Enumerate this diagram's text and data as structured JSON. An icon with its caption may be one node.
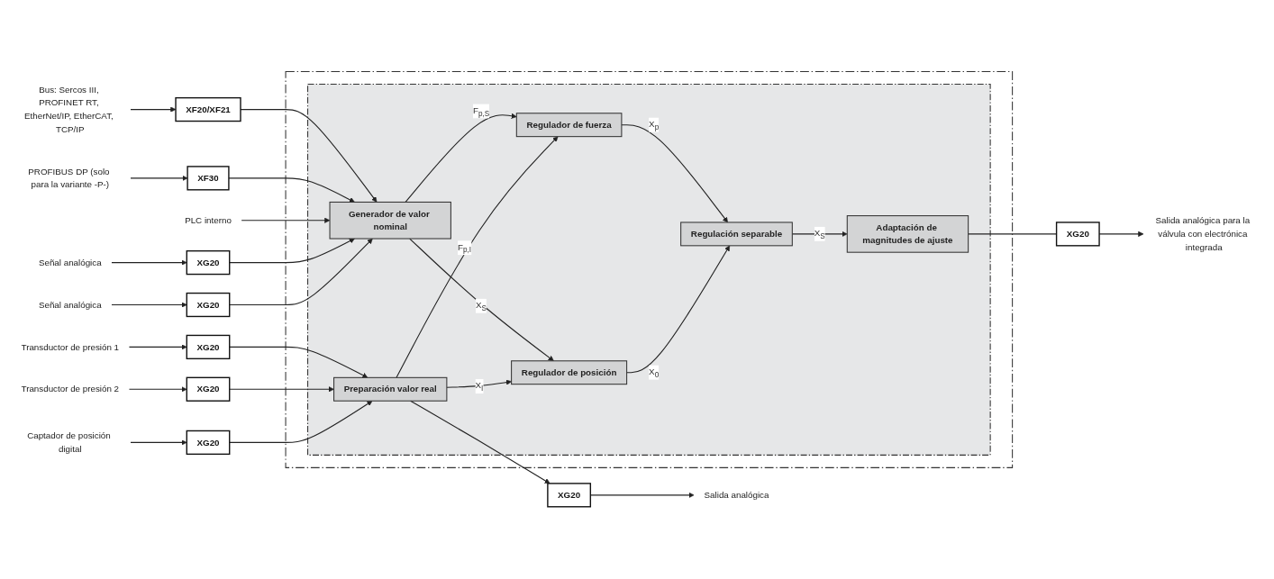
{
  "diagram": {
    "nodes": [
      {
        "text": [],
        "shape": "box"
      },
      {
        "text": [],
        "shape": "box",
        "in": 0
      },
      {
        "text": [
          "Bus: Sercos III, PROFINET RT, EtherNet/IP, EtherCAT, TCP/IP"
        ]
      },
      {
        "text": [
          "XF20/XF21"
        ]
      },
      {
        "text": [
          "PROFIBUS DP (solo para la variante -P-)"
        ]
      },
      {
        "text": [
          "XF30"
        ]
      },
      {
        "text": [
          "PLC interno"
        ]
      },
      {
        "text": [
          "Señal analógica"
        ]
      },
      {
        "text": [
          "XG20"
        ]
      },
      {
        "text": [
          "Señal analógica"
        ]
      },
      {
        "text": [
          "XG20"
        ]
      },
      {
        "text": [
          "Salida analógica"
        ]
      },
      {
        "text": [
          "XG20"
        ]
      },
      {
        "text": [
          "Generador de valor nominal"
        ],
        "in": 1
      },
      {
        "text": [
          "Preparación valor real"
        ],
        "in": 1
      },
      {
        "text": [
          "Regulador de fuerza"
        ],
        "in": 1
      },
      {
        "text": [
          "Regulador de posición"
        ],
        "in": 1
      },
      {
        "text": [
          "Regulación separable"
        ],
        "in": 1
      },
      {
        "text": [
          "Adaptación de magnitudes de ajuste"
        ],
        "in": 1
      },
      {
        "text": [
          "XG20"
        ]
      },
      {
        "text": [
          "Salida analógica para la válvula con electrónica integrada"
        ]
      },
      {
        "text": [
          "XG20"
        ]
      },
      {
        "text": [
          "Transductor de presión 1"
        ]
      },
      {
        "text": [
          "XG20"
        ]
      },
      {
        "text": [
          "Transductor de presión 2"
        ]
      },
      {
        "text": [
          "XG20"
        ]
      },
      {
        "text": [
          "Captador de posición digital"
        ]
      }
    ],
    "edges": [
      {
        "from": 2,
        "to": 3,
        "arrow": "to"
      },
      {
        "from": 3,
        "to": 13,
        "arrow": "to"
      },
      {
        "from": 4,
        "to": 5,
        "arrow": "to"
      },
      {
        "from": 5,
        "to": 13,
        "arrow": "to"
      },
      {
        "from": 6,
        "to": 13,
        "arrow": "to"
      },
      {
        "from": 7,
        "to": 8,
        "arrow": "to"
      },
      {
        "from": 8,
        "to": 13,
        "arrow": "to"
      },
      {
        "from": 9,
        "to": 10,
        "arrow": "to"
      },
      {
        "from": 10,
        "to": 13,
        "arrow": "to"
      },
      {
        "from": 14,
        "to": 12,
        "arrow": "to"
      },
      {
        "from": 12,
        "to": 11,
        "arrow": "to"
      },
      {
        "from": 13,
        "to": 15,
        "arrow": "to",
        "label": "F$_{p,S}$"
      },
      {
        "from": 14,
        "to": 15,
        "arrow": "to",
        "label": "F$_{p,I}$"
      },
      {
        "from": 13,
        "to": 16,
        "arrow": "to",
        "label": "X$_{S}$"
      },
      {
        "from": 14,
        "to": 16,
        "arrow": "to",
        "label": "X$_{I}$"
      },
      {
        "from": 15,
        "to": 17,
        "arrow": "to",
        "label": "X$_{p}$"
      },
      {
        "from": 16,
        "to": 17,
        "arrow": "to",
        "label": "X$_{0}$"
      },
      {
        "from": 17,
        "to": 18,
        "arrow": "to",
        "label": "X$_{S}$"
      },
      {
        "from": 18,
        "to": 19,
        "arrow": "none"
      },
      {
        "from": 19,
        "to": 20,
        "arrow": "to"
      },
      {
        "from": 22,
        "to": 21,
        "arrow": "to"
      },
      {
        "from": 21,
        "to": 14,
        "arrow": "to"
      },
      {
        "from": 24,
        "to": 23,
        "arrow": "to"
      },
      {
        "from": 23,
        "to": 14,
        "arrow": "to"
      },
      {
        "from": 26,
        "to": 25,
        "arrow": "to"
      },
      {
        "from": 25,
        "to": 14,
        "arrow": "to"
      }
    ]
  }
}
